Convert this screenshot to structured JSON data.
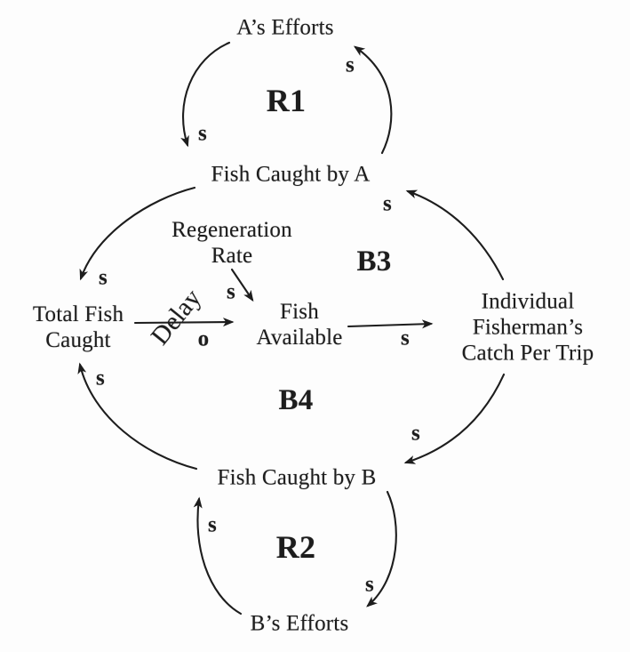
{
  "diagram_type": "causal-loop-diagram",
  "colors": {
    "ink": "#1d1d1d",
    "paper": "#fdfdfd"
  },
  "nodes": {
    "a_efforts": {
      "label": "A’s Efforts"
    },
    "fish_caught_a": {
      "label": "Fish Caught by A"
    },
    "regeneration_rate": {
      "lines": [
        "Regeneration",
        "Rate"
      ]
    },
    "total_fish_caught": {
      "lines": [
        "Total Fish",
        "Caught"
      ]
    },
    "fish_available": {
      "lines": [
        "Fish",
        "Available"
      ]
    },
    "individual_catch_per_trip": {
      "lines": [
        "Individual",
        "Fisherman’s",
        "Catch Per Trip"
      ]
    },
    "fish_caught_b": {
      "label": "Fish Caught by B"
    },
    "b_efforts": {
      "label": "B’s Efforts"
    }
  },
  "loops": {
    "r1": {
      "label": "R1"
    },
    "b3": {
      "label": "B3"
    },
    "b4": {
      "label": "B4"
    },
    "r2": {
      "label": "R2"
    }
  },
  "links": [
    {
      "from": "A’s Efforts",
      "to": "Fish Caught by A",
      "polarity": "s"
    },
    {
      "from": "Fish Caught by A",
      "to": "A’s Efforts",
      "polarity": "s"
    },
    {
      "from": "Fish Caught by A",
      "to": "Total Fish Caught",
      "polarity": "s"
    },
    {
      "from": "Total Fish Caught",
      "to": "Fish Available",
      "polarity": "o",
      "label": "Delay"
    },
    {
      "from": "Regeneration Rate",
      "to": "Fish Available",
      "polarity": "s"
    },
    {
      "from": "Fish Available",
      "to": "Individual Fisherman’s Catch Per Trip",
      "polarity": "s"
    },
    {
      "from": "Individual Fisherman’s Catch Per Trip",
      "to": "Fish Caught by A",
      "polarity": "s"
    },
    {
      "from": "Individual Fisherman’s Catch Per Trip",
      "to": "Fish Caught by B",
      "polarity": "s"
    },
    {
      "from": "Fish Caught by B",
      "to": "Total Fish Caught",
      "polarity": "s"
    },
    {
      "from": "B’s Efforts",
      "to": "Fish Caught by B",
      "polarity": "s"
    },
    {
      "from": "Fish Caught by B",
      "to": "B’s Efforts",
      "polarity": "s"
    }
  ]
}
